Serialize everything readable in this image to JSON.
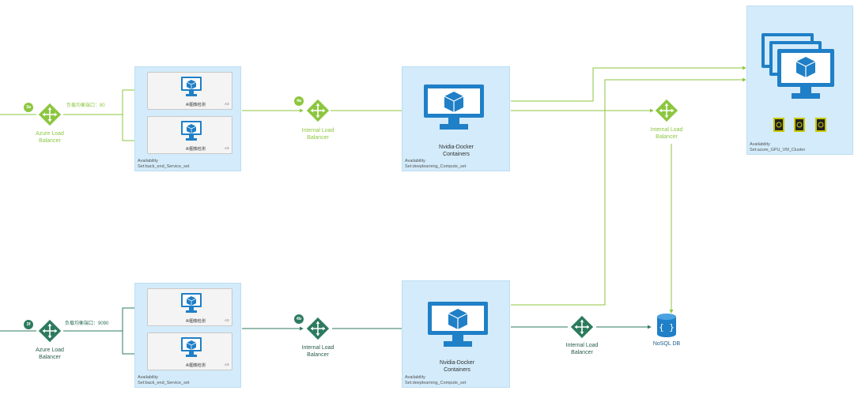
{
  "colors": {
    "green": "#8cc63f",
    "dark_green": "#2d7b5f",
    "azure_blue": "#1f7fc7",
    "panel_bg": "#d3ebfa"
  },
  "top_row": {
    "badge_lb": "3a",
    "port_text": "负载均衡端口：80",
    "azure_lb": "Azure Load\nBalancer",
    "vm_card_label": "AI图像检测",
    "vm_card_tag": "A3",
    "backend_panel": "Availability\nSet:back_end_Service_set",
    "badge_internal": "4a",
    "internal_lb": "Internal Load\nBalancer",
    "docker_label": "Nvidia-Docker\nContainers",
    "docker_panel": "Availability\nSet:deeplearning_Compute_set",
    "internal_lb_right": "Internal Load\nBalancer",
    "gpu_panel": "Availability\nSet:azure_GPU_VM_Cluster"
  },
  "bottom_row": {
    "badge_lb": "3f",
    "port_text": "负载均衡端口：9090",
    "azure_lb": "Azure Load\nBalancer",
    "vm_card_label": "AI图像检测",
    "vm_card_tag": "A3",
    "backend_panel": "Availability\nSet:back_end_Service_set",
    "badge_internal": "4b",
    "internal_lb": "Internal Load\nBalancer",
    "docker_label": "Nvidia-Docker\nContainers",
    "docker_panel": "Availability\nSet:deeplearning_Compute_set",
    "internal_lb_right": "Internal Load\nBalancer",
    "nosql": "NoSQL DB"
  },
  "icons": [
    "load-balancer-icon",
    "virtual-machine-icon",
    "gpu-icon",
    "database-icon",
    "container-monitor-icon"
  ]
}
